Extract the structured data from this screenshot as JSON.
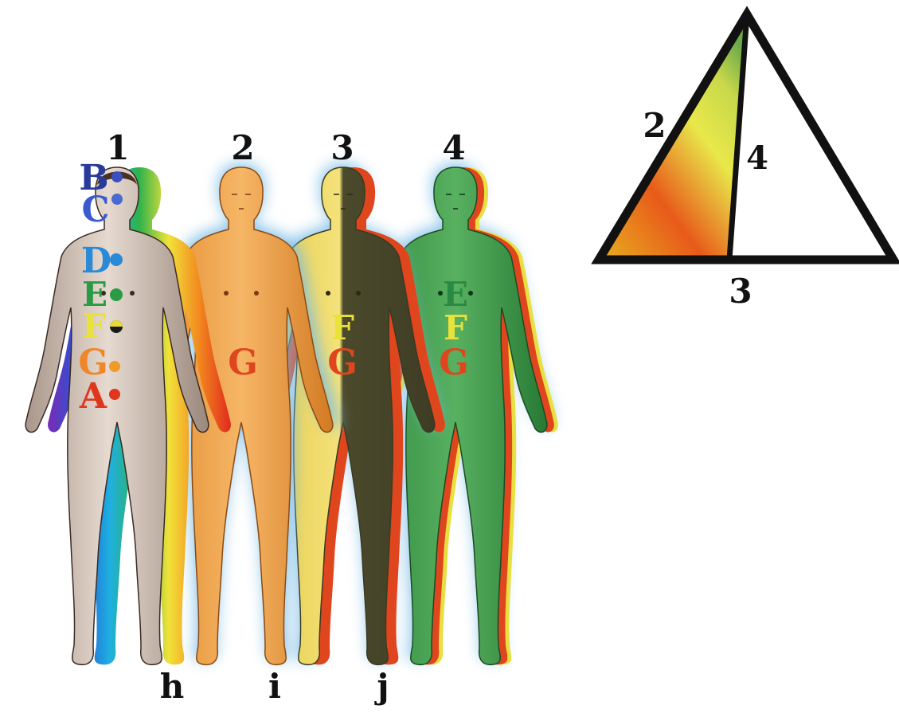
{
  "figures": [
    {
      "number": "1",
      "theme": "rainbow"
    },
    {
      "number": "2",
      "theme": "orange"
    },
    {
      "number": "3",
      "theme": "yellow-dark"
    },
    {
      "number": "4",
      "theme": "green"
    }
  ],
  "chakra_letters": [
    "B",
    "C",
    "D",
    "E",
    "F",
    "G",
    "A"
  ],
  "figure_letters": {
    "fig2": [
      "G"
    ],
    "fig3": [
      "F",
      "G"
    ],
    "fig4": [
      "E",
      "F",
      "G"
    ]
  },
  "bottom_labels": [
    "h",
    "i",
    "j"
  ],
  "triangle": {
    "side_left": "2",
    "side_inner": "4",
    "side_base": "3"
  },
  "colors": {
    "skin": "#cfc0b4",
    "orange": "#f2a348",
    "yellow": "#f0d860",
    "green": "#3e9a4a",
    "aura": "#7cbde6",
    "letter_blue": "#2a3a9a",
    "letter_red": "#e0461e",
    "letter_yellow": "#e8e23a",
    "letter_green": "#2a8a44"
  }
}
